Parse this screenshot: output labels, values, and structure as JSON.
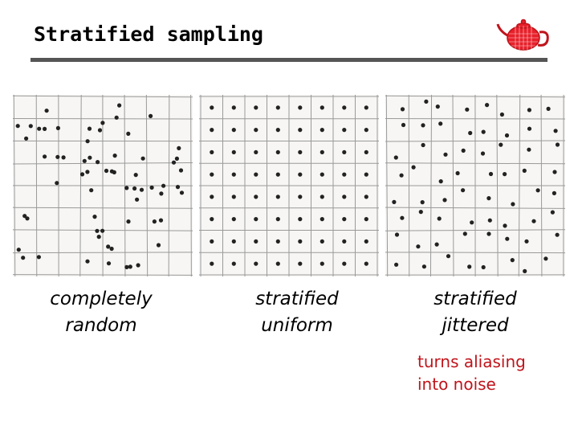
{
  "slide": {
    "title": "Stratified sampling",
    "logo_icon": "teapot-icon",
    "accent_color": "#c0141b"
  },
  "panels": [
    {
      "caption_line1": "completely",
      "caption_line2": "random",
      "grid": 8,
      "method": "random"
    },
    {
      "caption_line1": "stratified",
      "caption_line2": "uniform",
      "grid": 8,
      "method": "uniform"
    },
    {
      "caption_line1": "stratified",
      "caption_line2": "jittered",
      "grid": 8,
      "method": "jittered"
    }
  ],
  "note": {
    "line1": "turns aliasing",
    "line2": "into noise"
  }
}
